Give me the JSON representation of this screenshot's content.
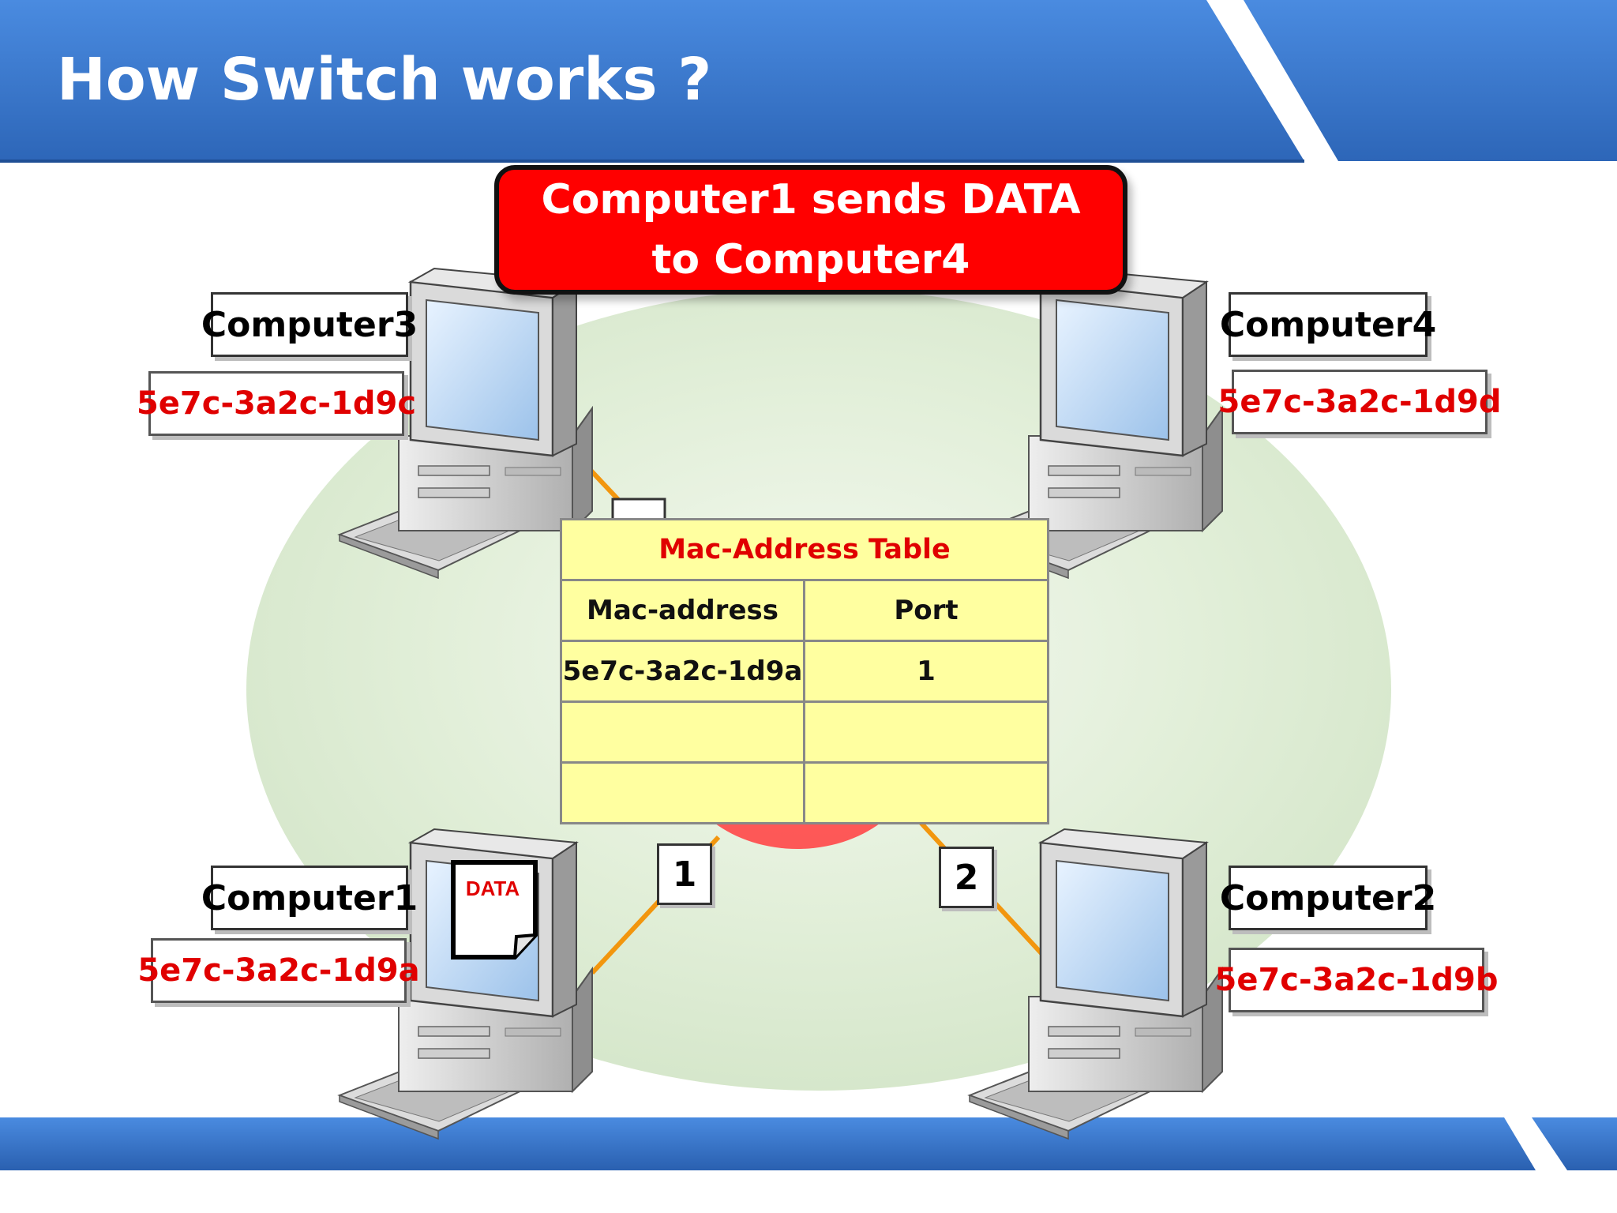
{
  "slide": {
    "title": "How Switch works ?"
  },
  "banner": {
    "line1": "Computer1 sends DATA",
    "line2": "to Computer4"
  },
  "computers": [
    {
      "name": "Computer1",
      "mac": "5e7c-3a2c-1d9a",
      "port": "1"
    },
    {
      "name": "Computer2",
      "mac": "5e7c-3a2c-1d9b",
      "port": "2"
    },
    {
      "name": "Computer3",
      "mac": "5e7c-3a2c-1d9c"
    },
    {
      "name": "Computer4",
      "mac": "5e7c-3a2c-1d9d"
    }
  ],
  "data_packet": {
    "label": "DATA"
  },
  "mac_table": {
    "title": "Mac-Address Table",
    "headers": [
      "Mac-address",
      "Port"
    ],
    "rows": [
      [
        "5e7c-3a2c-1d9a",
        "1"
      ],
      [
        "",
        ""
      ],
      [
        "",
        ""
      ]
    ]
  },
  "colors": {
    "header_blue": "#3f7fd0",
    "link_orange": "#f2960e",
    "mac_red": "#e00000",
    "table_yellow": "#ffffa0",
    "banner_red": "#ff0000"
  },
  "icons": [
    "desktop-computer-icon",
    "document-icon"
  ]
}
